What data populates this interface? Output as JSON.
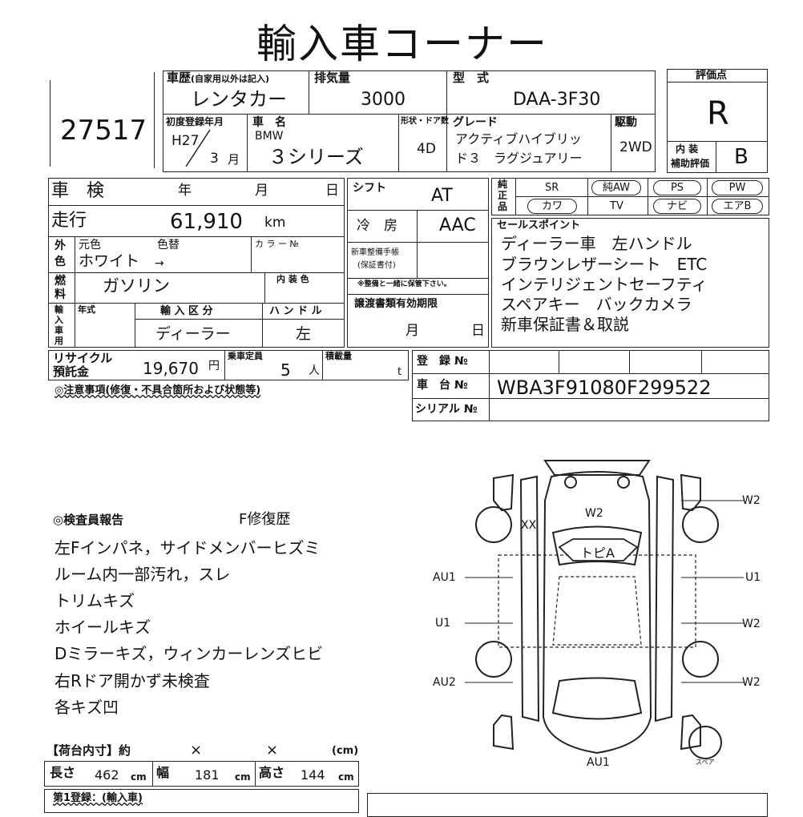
{
  "header": {
    "title": "輸入車コーナー"
  },
  "lot": {
    "number": "27517"
  },
  "history": {
    "label": "車歴",
    "note": "(自家用以外は記入)",
    "value": "レンタカー"
  },
  "displacement": {
    "label": "排気量",
    "value": "3000"
  },
  "model_code": {
    "label": "型　式",
    "value": "DAA-3F30"
  },
  "evaluation": {
    "label": "評価点",
    "value": "R",
    "interior_label_1": "内 装",
    "interior_label_2": "補助評価",
    "interior_value": "B"
  },
  "first_reg": {
    "label": "初度登録年月",
    "era": "H27",
    "month": "3",
    "month_unit": "月"
  },
  "car_name": {
    "label": "車　名",
    "maker": "BMW",
    "value": "３シリーズ"
  },
  "doors": {
    "label": "形状・ドア数",
    "value": "4D"
  },
  "grade": {
    "label": "グレード",
    "value1": "アクティブハイブリッ",
    "value2": "ド３　ラグジュアリー"
  },
  "drive": {
    "label": "駆動",
    "value": "2WD"
  },
  "inspection": {
    "label": "車　検",
    "year": "年",
    "month": "月",
    "day": "日"
  },
  "mileage": {
    "label": "走行",
    "value": "61,910",
    "unit": "km"
  },
  "exterior": {
    "label1": "外",
    "label2": "色",
    "orig_label": "元色",
    "change_label": "色替",
    "orig_value": "ホワイト",
    "arrow": "→",
    "color_no_label": "カ ラ ー №"
  },
  "fuel": {
    "label1": "燃",
    "label2": "料",
    "value": "ガソリン",
    "interior_color_label": "内 装 色"
  },
  "import": {
    "label1": "輸",
    "label2": "入",
    "label3": "車",
    "label4": "用",
    "year_label": "年式",
    "type_label": "輸 入 区 分",
    "type_value": "ディーラー",
    "handle_label": "ハ ン ド ル",
    "handle_value": "左"
  },
  "shift": {
    "label": "シフト",
    "value": "AT"
  },
  "aircon": {
    "label": "冷　房",
    "value": "AAC"
  },
  "warranty": {
    "label1": "新車整備手帳",
    "label2": "(保証書付)",
    "note": "※整備と一緒に保管下さい。"
  },
  "transfer": {
    "label": "譲渡書類有効期限",
    "month": "月",
    "day": "日"
  },
  "equipment": {
    "label1": "純",
    "label2": "正",
    "label3": "品",
    "row1": [
      "SR",
      "純AW",
      "PS",
      "PW"
    ],
    "row2": [
      "カワ",
      "TV",
      "ナビ",
      "エアB"
    ]
  },
  "sales_points": {
    "label": "セールスポイント",
    "lines": [
      "ディーラー車　左ハンドル",
      "ブラウンレザーシート　ETC",
      "インテリジェントセーフティ",
      "スペアキー　バックカメラ",
      "新車保証書＆取説"
    ]
  },
  "recycle": {
    "label1": "リサイクル",
    "label2": "預託金",
    "value": "19,670",
    "unit": "円"
  },
  "capacity": {
    "label": "乗車定員",
    "value": "5",
    "unit": "人"
  },
  "load": {
    "label": "積載量",
    "unit": "t"
  },
  "registration": {
    "label": "登　録 №"
  },
  "chassis": {
    "label": "車　台 №",
    "value": "WBA3F91080F299522"
  },
  "serial": {
    "label": "シリアル №"
  },
  "notes_title": "◎注意事項(修復・不具合箇所および状態等)",
  "inspector": {
    "title": "◎検査員報告",
    "repair_history": "F修復歴",
    "lines": [
      "左Fインパネ，サイドメンバーヒズミ",
      "ルーム内一部汚れ，スレ",
      "トリムキズ",
      "ホイールキズ",
      "Dミラーキズ，ウィンカーレンズヒビ",
      "右Rドア開かず未検査",
      "各キズ凹"
    ]
  },
  "cargo": {
    "title": "【荷台内寸】約",
    "x1": "×",
    "x2": "×",
    "unit_label": "(cm)",
    "length_label": "長さ",
    "length_value": "462",
    "width_label": "幅",
    "width_value": "181",
    "height_label": "高さ",
    "height_value": "144",
    "cm": "cm"
  },
  "bottom_label": "第1登録：(輸入車)",
  "diagram": {
    "labels": {
      "xx": "XX",
      "w2_top": "W2",
      "toppa": "トピA",
      "w2_right_top": "W2",
      "au1_left": "AU1",
      "u1_right": "U1",
      "u1_left": "U1",
      "w2_right_mid": "W2",
      "au2_left": "AU2",
      "w2_right_bot": "W2",
      "au1_bottom": "AU1",
      "spare": "スペア"
    }
  }
}
